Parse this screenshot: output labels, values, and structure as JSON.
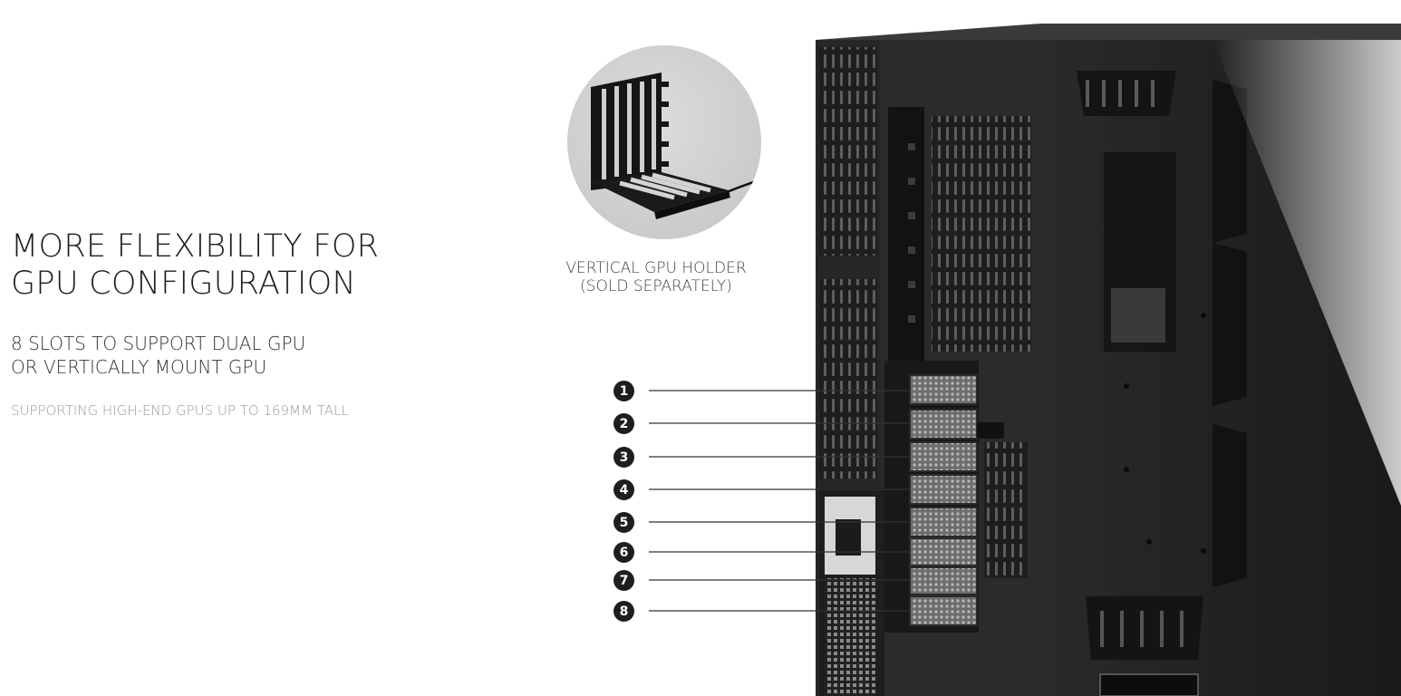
{
  "headline": {
    "line1": "MORE FLEXIBILITY FOR",
    "line2": "GPU CONFIGURATION"
  },
  "subhead": {
    "line1": "8 SLOTS TO SUPPORT DUAL GPU",
    "line2": "OR VERTICALLY MOUNT GPU"
  },
  "note": "SUPPORTING HIGH-END GPUS UP TO 169MM TALL",
  "holder": {
    "caption_line1": "VERTICAL GPU HOLDER",
    "caption_line2": "(SOLD SEPARATELY)",
    "icon": "vertical-gpu-holder-icon"
  },
  "slots": [
    {
      "number": "1"
    },
    {
      "number": "2"
    },
    {
      "number": "3"
    },
    {
      "number": "4"
    },
    {
      "number": "5"
    },
    {
      "number": "6"
    },
    {
      "number": "7"
    },
    {
      "number": "8"
    }
  ],
  "colors": {
    "case_dark": "#1c1c1c",
    "case_mid": "#2a2a2a",
    "accent_text": "#1d1d1d",
    "muted_text": "#9a9a9a"
  }
}
